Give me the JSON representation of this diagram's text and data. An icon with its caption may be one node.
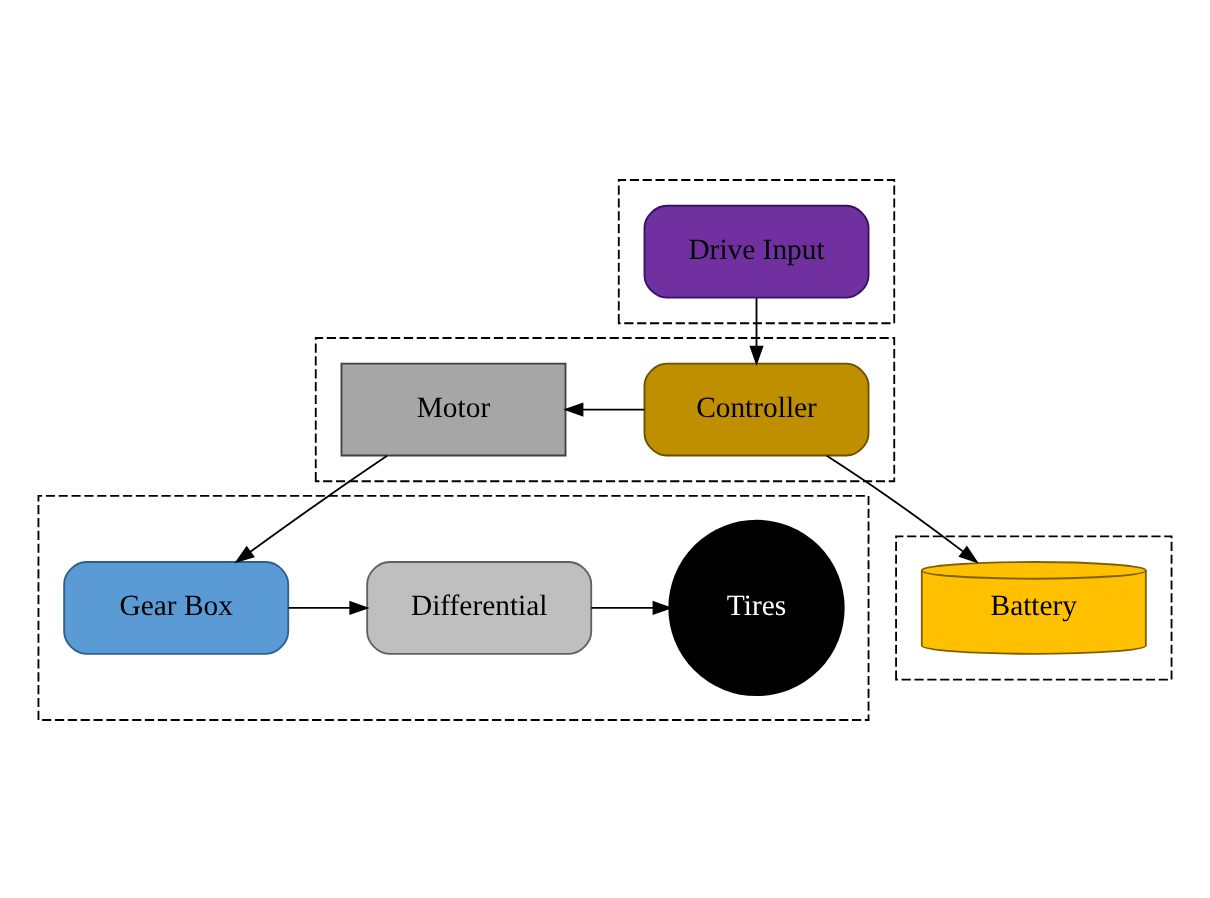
{
  "diagram": {
    "nodes": [
      {
        "text": [],
        "shape": "box"
      },
      {
        "text": [
          "Drive Input"
        ],
        "in": 0
      },
      {
        "text": [],
        "shape": "box"
      },
      {
        "text": [
          "Motor"
        ],
        "in": 2
      },
      {
        "text": [
          "Controller"
        ],
        "in": 2
      },
      {
        "text": [],
        "shape": "box"
      },
      {
        "text": [
          "Battery"
        ],
        "in": 5
      },
      {
        "text": [],
        "shape": "box"
      },
      {
        "text": [
          "Gear Box"
        ],
        "in": 7
      },
      {
        "text": [
          "Differential"
        ],
        "in": 7
      },
      {
        "text": [
          "Tires"
        ],
        "in": 7
      }
    ],
    "edges": [
      {
        "from": 1,
        "to": 4,
        "arrow": "to"
      },
      {
        "from": 4,
        "to": 3,
        "arrow": "to"
      },
      {
        "from": 4,
        "to": 6,
        "arrow": "to"
      },
      {
        "from": 3,
        "to": 8,
        "arrow": "to"
      },
      {
        "from": 8,
        "to": 9,
        "arrow": "to"
      },
      {
        "from": 9,
        "to": 10,
        "arrow": "to"
      }
    ]
  }
}
